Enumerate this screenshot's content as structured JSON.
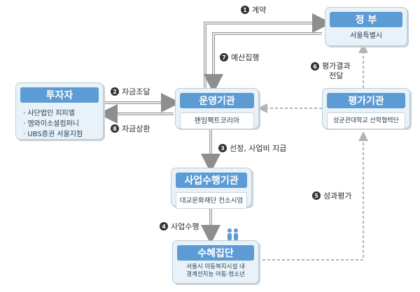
{
  "boxes": {
    "government": {
      "title": "정 부",
      "sub": "서울특별시"
    },
    "operator": {
      "title": "운영기관",
      "sub": "팬임팩트코리아"
    },
    "evaluator": {
      "title": "평가기관",
      "sub": "성균관대학교 산학협력단"
    },
    "investor": {
      "title": "투자자",
      "items": [
        "사단법인 피피엘",
        "엠와이소셜컴퍼니",
        "UBS증권 서울지점"
      ]
    },
    "executor": {
      "title": "사업수행기관",
      "sub": "대교문화재단 컨소시엄"
    },
    "beneficiary": {
      "title": "수혜집단",
      "sub1": "서울시 아동복지시설 내",
      "sub2": "경계선지능 아동·청소년"
    }
  },
  "steps": {
    "s1": {
      "num": "1",
      "text": "계약"
    },
    "s2": {
      "num": "2",
      "text": "자금조달"
    },
    "s3": {
      "num": "3",
      "text": "선정, 사업비 지급"
    },
    "s4": {
      "num": "4",
      "text": "사업수행"
    },
    "s5": {
      "num": "5",
      "text": "성과평가"
    },
    "s6": {
      "num": "6",
      "text1": "평가결과",
      "text2": "전달"
    },
    "s7": {
      "num": "7",
      "text": "예산집행"
    },
    "s8": {
      "num": "8",
      "text": "자금상환"
    }
  },
  "colors": {
    "header": "#5c9bd3",
    "box_bg": "#e9f2f8",
    "arrow": "#9a9a9a",
    "dashed": "#b4b4b4"
  }
}
